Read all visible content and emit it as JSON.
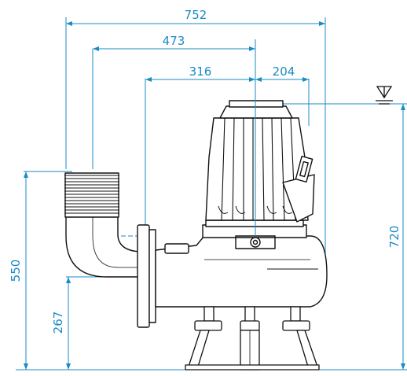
{
  "dimensions": {
    "overall_width": "752",
    "outlet_to_centerline": "473",
    "flange_to_centerline": "316",
    "centerline_to_back": "204",
    "outlet_height": "550",
    "flange_center_height": "267",
    "overall_height": "720"
  },
  "colors": {
    "dimension": "#1a8bc4",
    "outline": "#111111",
    "body": "#ffffff"
  },
  "icons": {
    "water_level": "water-level-triangle-icon"
  }
}
